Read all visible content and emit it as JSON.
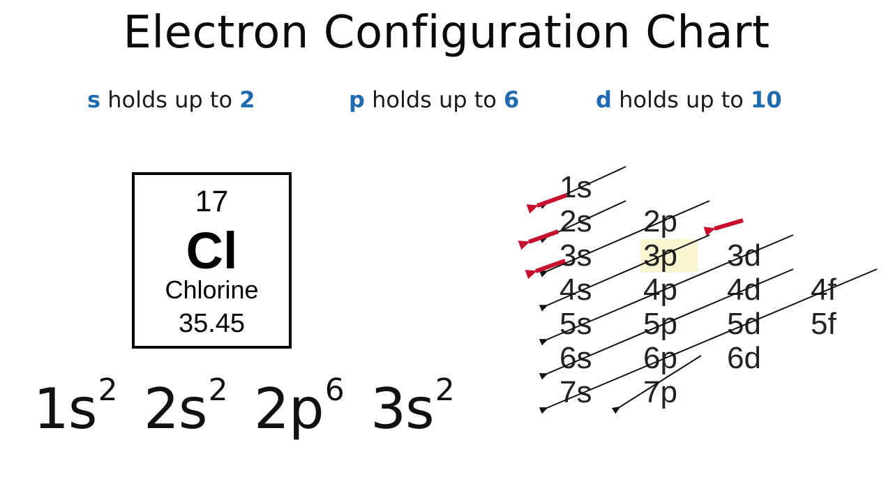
{
  "title": "Electron Configuration Chart",
  "capacities": [
    {
      "letter": "s",
      "text": " holds up to ",
      "value": "2"
    },
    {
      "letter": "p",
      "text": " holds up to ",
      "value": "6"
    },
    {
      "letter": "d",
      "text": " holds up to ",
      "value": "10"
    }
  ],
  "element": {
    "atomic_number": "17",
    "symbol": "Cl",
    "name": "Chlorine",
    "atomic_mass": "35.45"
  },
  "configuration": [
    {
      "orbital": "1s",
      "electrons": "2"
    },
    {
      "orbital": "2s",
      "electrons": "2"
    },
    {
      "orbital": "2p",
      "electrons": "6"
    },
    {
      "orbital": "3s",
      "electrons": "2"
    }
  ],
  "orbital_chart": {
    "rows": [
      [
        "1s"
      ],
      [
        "2s",
        "2p"
      ],
      [
        "3s",
        "3p",
        "3d"
      ],
      [
        "4s",
        "4p",
        "4d",
        "4f"
      ],
      [
        "5s",
        "5p",
        "5d",
        "5f"
      ],
      [
        "6s",
        "6p",
        "6d"
      ],
      [
        "7s",
        "7p"
      ]
    ],
    "highlighted": "3p",
    "colors": {
      "arrow": "#c8102e",
      "highlight": "#fbf6d2",
      "line": "#111111"
    }
  }
}
